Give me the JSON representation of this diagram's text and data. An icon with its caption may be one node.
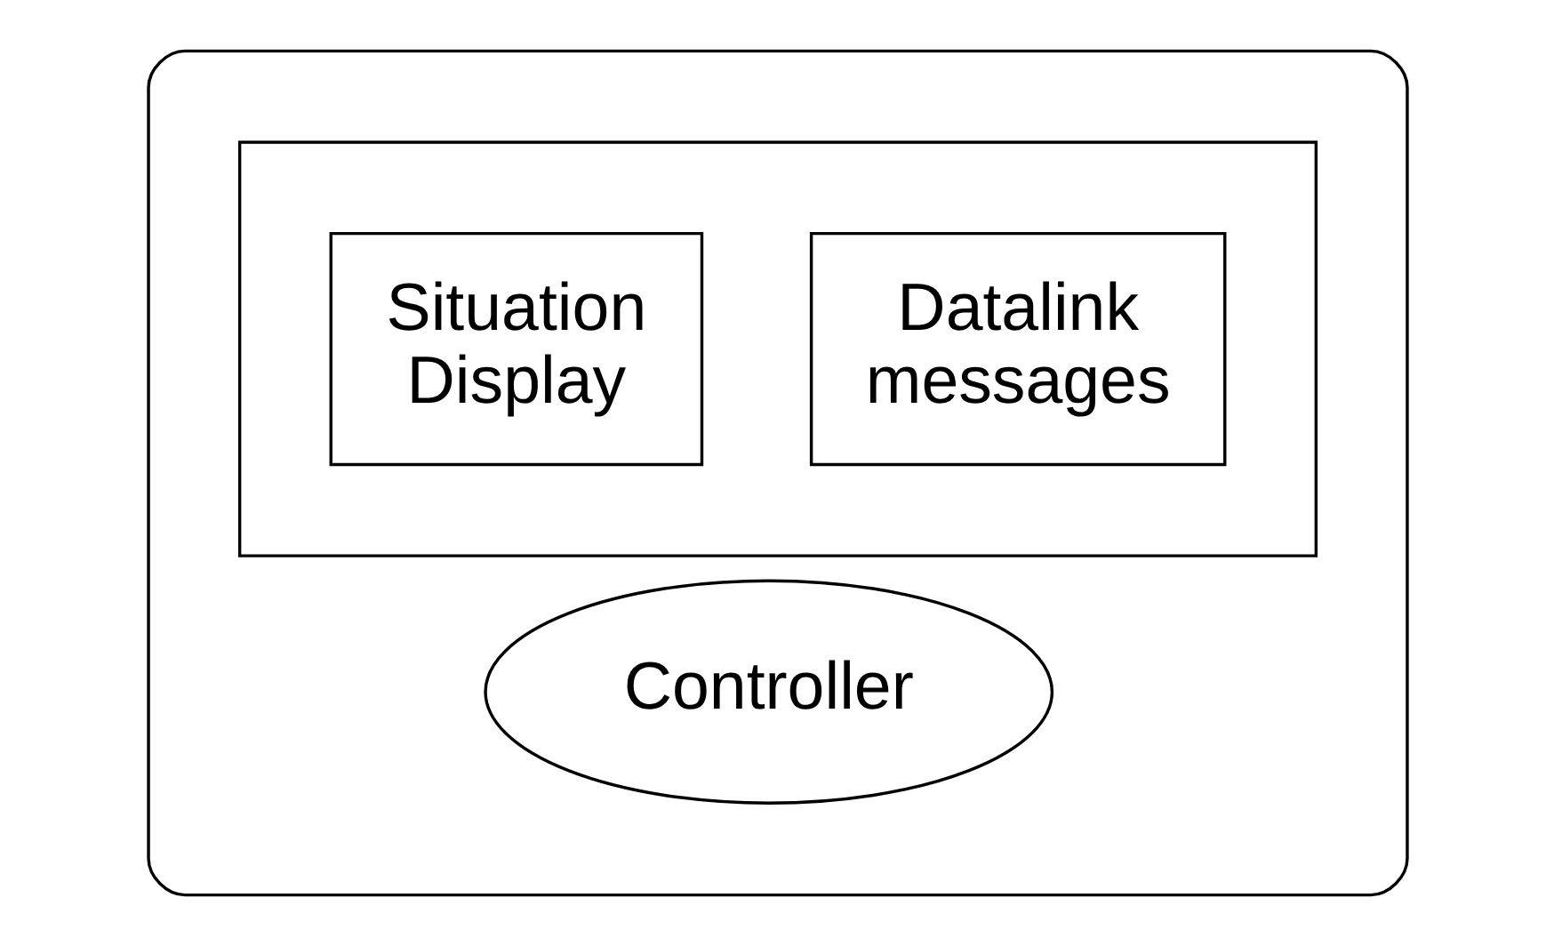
{
  "diagram": {
    "nodes": [
      {
        "text": [],
        "shape": "box"
      },
      {
        "text": [],
        "shape": "box",
        "in": 0
      },
      {
        "text": [
          "Datalink messages"
        ],
        "in": 1
      },
      {
        "text": [
          "Situation Display"
        ],
        "in": 1
      },
      {
        "text": [
          "Controller"
        ],
        "in": 0
      }
    ],
    "edges": []
  }
}
